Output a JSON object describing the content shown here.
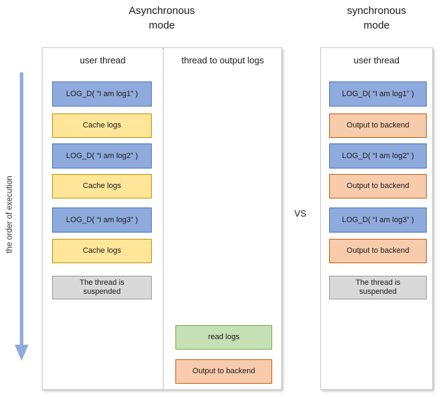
{
  "async_section": {
    "title_line1": "Asynchronous",
    "title_line2": "mode",
    "user_thread": {
      "header": "user thread",
      "boxes": [
        {
          "type": "blue",
          "label": "LOG_D( “I am log1” )"
        },
        {
          "type": "yellow",
          "label": "Cache logs"
        },
        {
          "type": "blue",
          "label": "LOG_D( “I am log2” )"
        },
        {
          "type": "yellow",
          "label": "Cache logs"
        },
        {
          "type": "blue",
          "label": "LOG_D( “I am log3” )"
        },
        {
          "type": "yellow",
          "label": "Cache logs"
        },
        {
          "type": "gray",
          "label": "The thread is suspended"
        }
      ]
    },
    "output_thread": {
      "header": "thread to output logs",
      "boxes": [
        {
          "type": "green",
          "label": "read logs"
        },
        {
          "type": "orange",
          "label": "Output to backend"
        }
      ]
    }
  },
  "sync_section": {
    "title_line1": "synchronous",
    "title_line2": "mode",
    "user_thread": {
      "header": "user thread",
      "boxes": [
        {
          "type": "blue",
          "label": "LOG_D( “I am log1” )"
        },
        {
          "type": "orange",
          "label": "Output to backend"
        },
        {
          "type": "blue",
          "label": "LOG_D( “I am log2” )"
        },
        {
          "type": "orange",
          "label": "Output to backend"
        },
        {
          "type": "blue",
          "label": "LOG_D( “I am log3” )"
        },
        {
          "type": "orange",
          "label": "Output to backend"
        },
        {
          "type": "gray",
          "label": "The thread is suspended"
        }
      ]
    }
  },
  "vs_label": "VS",
  "execution_axis": {
    "label": "the order of execution"
  },
  "colors": {
    "blue_fill": "#8FAADC",
    "blue_border": "#4472C4",
    "yellow_fill": "#FFE699",
    "yellow_border": "#BF9000",
    "orange_fill": "#F8CBAD",
    "orange_border": "#C55A11",
    "green_fill": "#C5E0B4",
    "green_border": "#70AD47",
    "gray_fill": "#D9D9D9",
    "gray_border": "#999999",
    "arrow": "#8FAADC",
    "panel_border": "#C8C8C8",
    "text": "#1A1A1A"
  }
}
